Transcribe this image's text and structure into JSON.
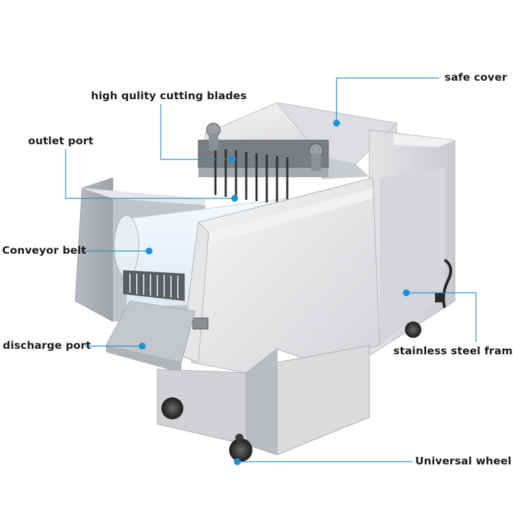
{
  "labels": {
    "safe_cover": "safe cover",
    "cutting_blades": "high qulity cutting blades",
    "outlet_port": "outlet port",
    "conveyor_belt": "Conveyor belt",
    "discharge_port": "discharge port",
    "frame": "stainless steel frame",
    "wheel": "Universal wheel"
  },
  "colors": {
    "leader_line": "#1e90d6",
    "text": "#1a1a1a"
  }
}
